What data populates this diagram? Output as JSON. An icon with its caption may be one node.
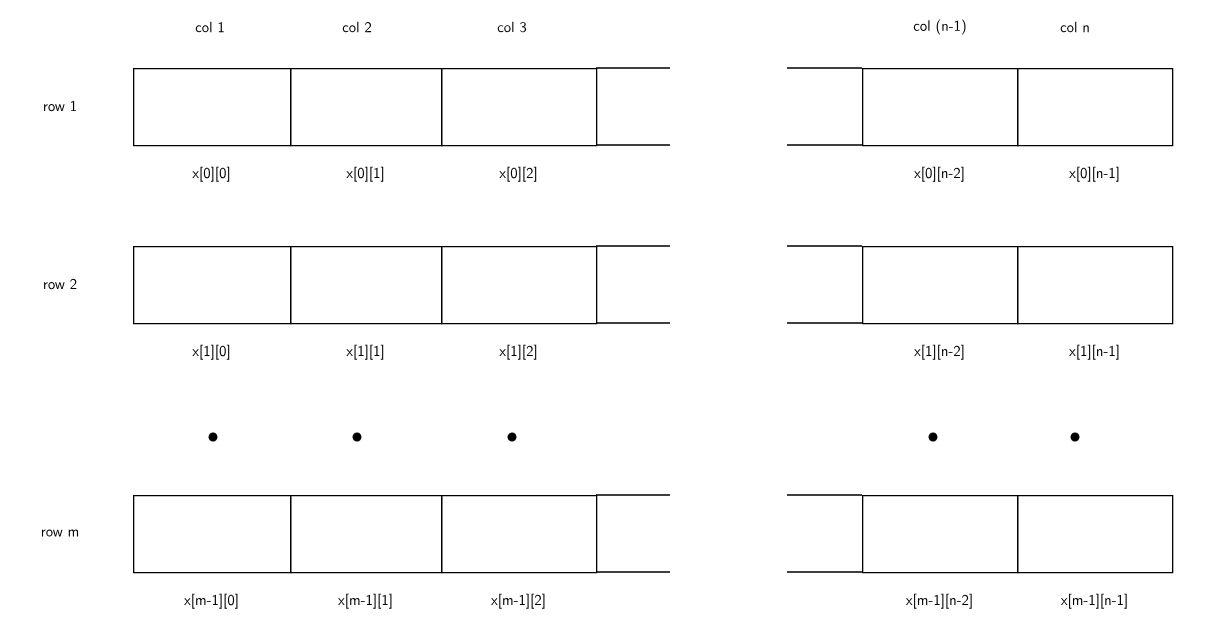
{
  "diagram": {
    "nodes": [
      {
        "text": [],
        "shape": "box",
        "beside": [
          "x[0][0]"
        ]
      },
      {
        "text": [],
        "shape": "box",
        "beside": [
          "x[0][1]"
        ]
      },
      {
        "text": [],
        "shape": "box",
        "beside": [
          "x[0][2]"
        ]
      },
      {
        "text": [],
        "shape": "box",
        "beside": [
          "x[0][n-2]"
        ]
      },
      {
        "text": [],
        "shape": "box",
        "beside": [
          "x[0][n-1]"
        ]
      },
      {
        "text": [],
        "shape": "box",
        "beside": [
          "x[1][0]"
        ]
      },
      {
        "text": [],
        "shape": "box",
        "beside": [
          "x[1][1]"
        ]
      },
      {
        "text": [],
        "shape": "box",
        "beside": [
          "x[1][2]"
        ]
      },
      {
        "text": [],
        "shape": "box",
        "beside": [
          "x[1][n-2]"
        ]
      },
      {
        "text": [],
        "shape": "box",
        "beside": [
          "x[1][n-1]"
        ]
      },
      {
        "text": [],
        "shape": "box",
        "beside": [
          "x[m-1][0]"
        ]
      },
      {
        "text": [],
        "shape": "box",
        "beside": [
          "x[m-1][1]"
        ]
      },
      {
        "text": [],
        "shape": "box",
        "beside": [
          "x[m-1][2]"
        ]
      },
      {
        "text": [],
        "shape": "box",
        "beside": [
          "x[m-1][n-2]"
        ]
      },
      {
        "text": [],
        "shape": "box",
        "beside": [
          "x[m-1][n-1]"
        ]
      }
    ],
    "labels": [
      "col 1",
      "col 2",
      "col 3",
      "col (n-1)",
      "col n",
      "row 1",
      "row 2",
      "row m"
    ]
  }
}
